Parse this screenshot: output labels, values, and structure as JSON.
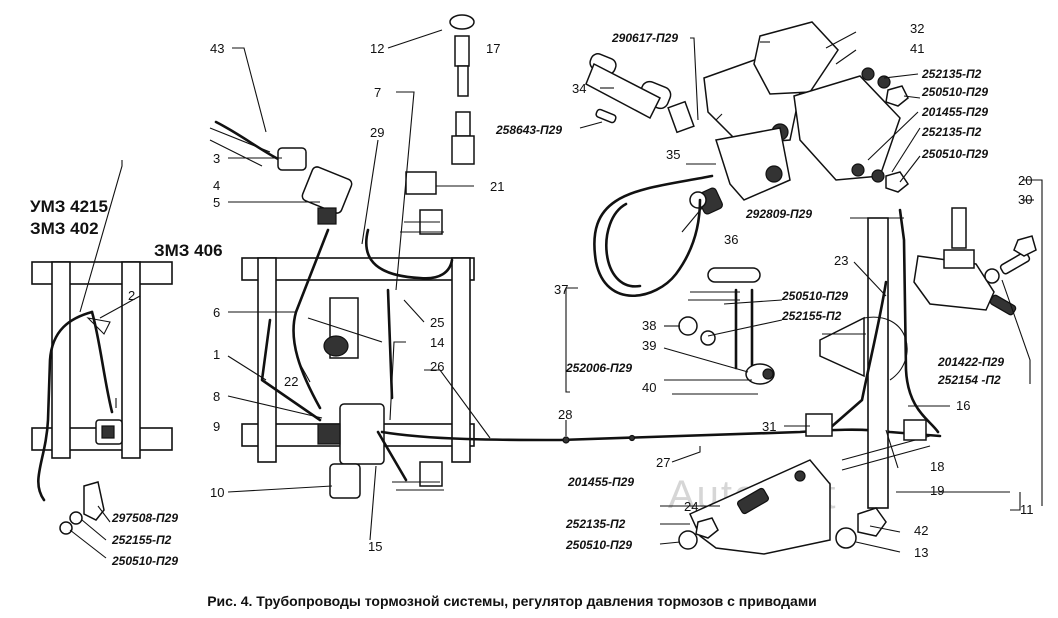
{
  "engines": {
    "left_line1": "УМЗ 4215",
    "left_line2": "ЗМЗ 402",
    "center": "ЗМЗ 406"
  },
  "caption": "Рис. 4. Трубопроводы тормозной системы, регулятор давления тормозов с приводами",
  "watermark": "AutoSoft",
  "callouts": {
    "n1": "1",
    "n2": "2",
    "n3": "3",
    "n4": "4",
    "n5": "5",
    "n6": "6",
    "n7": "7",
    "n8": "8",
    "n9": "9",
    "n10": "10",
    "n11": "11",
    "n12": "12",
    "n13": "13",
    "n14": "14",
    "n15": "15",
    "n16": "16",
    "n17": "17",
    "n18": "18",
    "n19": "19",
    "n20": "20",
    "n21": "21",
    "n22": "22",
    "n23": "23",
    "n24": "24",
    "n25": "25",
    "n26": "26",
    "n27": "27",
    "n28": "28",
    "n29": "29",
    "n30": "30",
    "n31": "31",
    "n32": "32",
    "n34": "34",
    "n35": "35",
    "n36": "36",
    "n37": "37",
    "n38": "38",
    "n39": "39",
    "n40": "40",
    "n41": "41",
    "n42": "42",
    "n43": "43"
  },
  "part_numbers": {
    "p290617": "290617-П29",
    "p258643": "258643-П29",
    "p252135_top": "252135-П2",
    "p250510_top": "250510-П29",
    "p201455_top": "201455-П29",
    "p252135_mid": "252135-П2",
    "p250510_mid": "250510-П29",
    "p292809": "292809-П29",
    "p250510_c": "250510-П29",
    "p252155_c": "252155-П2",
    "p252006": "252006-П29",
    "p201422": "201422-П29",
    "p252154": "252154 -П2",
    "p201455_bot": "201455-П29",
    "p252135_bot": "252135-П2",
    "p250510_bot": "250510-П29",
    "p297508": "297508-П29",
    "p252155_l": "252155-П2",
    "p250510_l": "250510-П29"
  }
}
